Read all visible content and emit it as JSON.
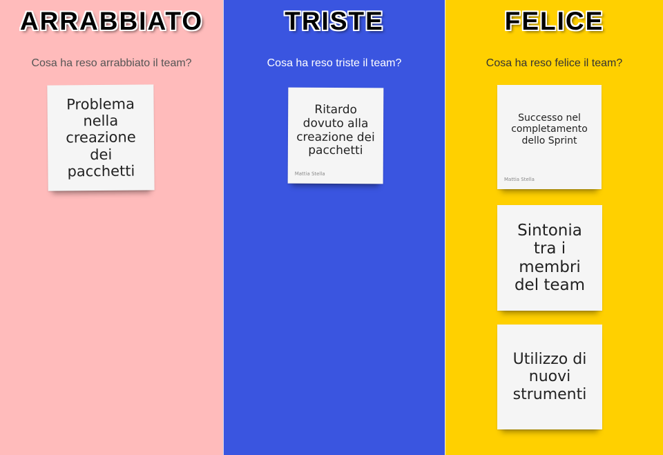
{
  "columns": [
    {
      "title": "ARRABBIATO",
      "question": "Cosa ha reso arrabbiato il team?",
      "color": "#ffbbbb",
      "notes": [
        {
          "text": "Problema nella creazione dei pacchetti",
          "author": ""
        }
      ]
    },
    {
      "title": "TRISTE",
      "question": "Cosa ha reso triste il team?",
      "color": "#3a55e0",
      "notes": [
        {
          "text": "Ritardo dovuto alla creazione dei pacchetti",
          "author": "Mattia Stella"
        }
      ]
    },
    {
      "title": "FELICE",
      "question": "Cosa ha reso felice il team?",
      "color": "#ffd000",
      "notes": [
        {
          "text": "Successo nel completamento dello Sprint",
          "author": "Mattia Stella"
        },
        {
          "text": "Sintonia tra i membri del team",
          "author": ""
        },
        {
          "text": "Utilizzo di nuovi strumenti",
          "author": ""
        }
      ]
    }
  ]
}
